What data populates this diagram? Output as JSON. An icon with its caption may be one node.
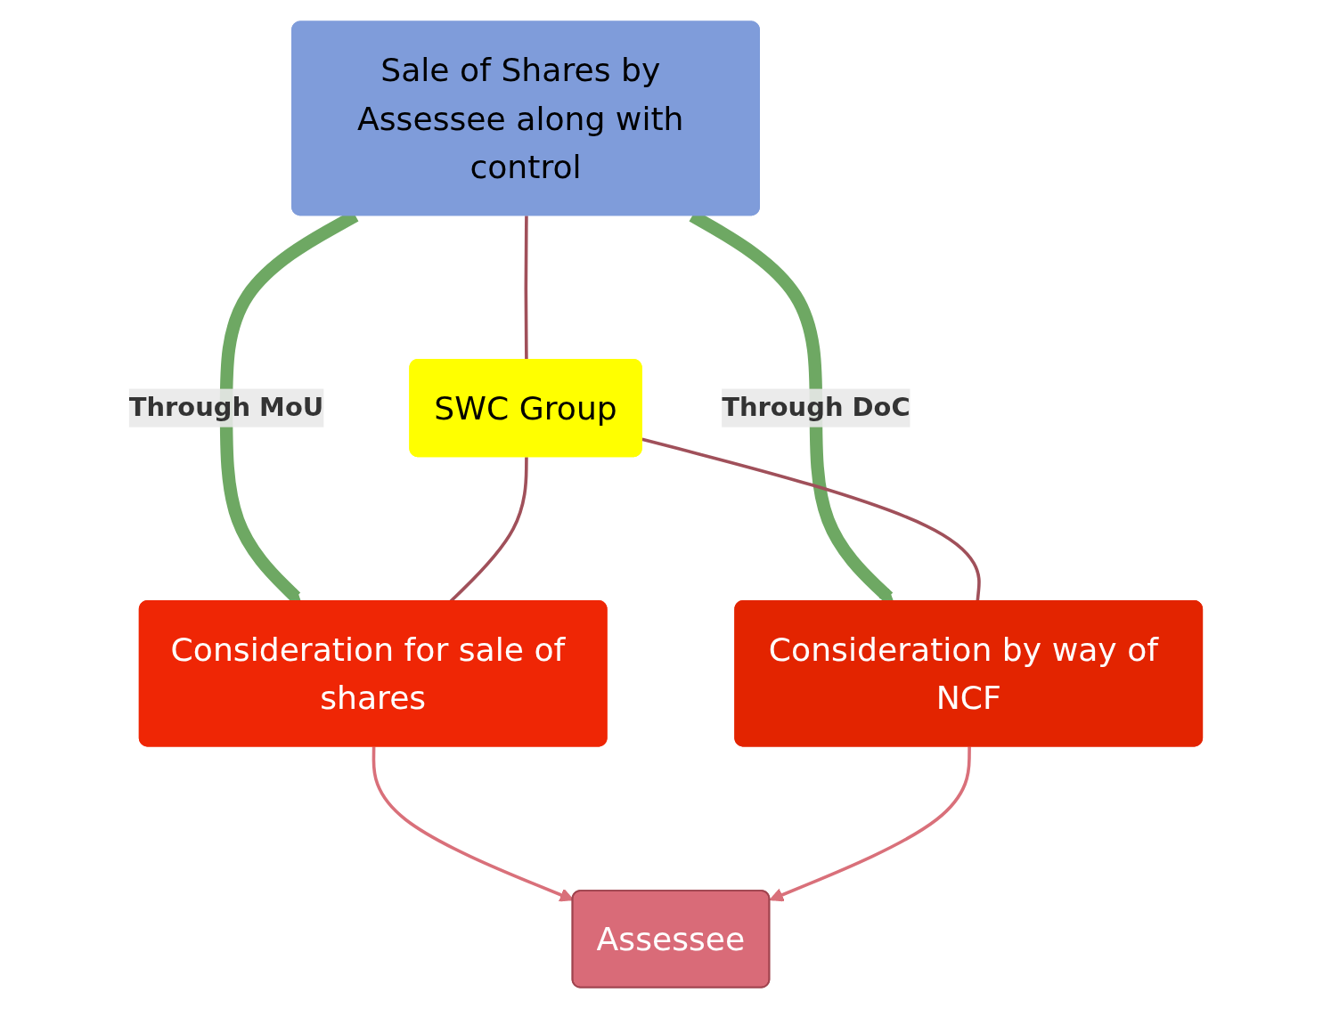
{
  "diagram": {
    "nodes": [
      {
        "text": [
          "Sale of Shares by Assessee along with control"
        ]
      },
      {
        "text": [
          "SWC Group"
        ]
      },
      {
        "text": [
          "Consideration for sale of shares"
        ]
      },
      {
        "text": [
          "Consideration by way of NCF"
        ]
      },
      {
        "text": [
          "Assessee"
        ]
      }
    ],
    "edges": [
      {
        "from": 0,
        "to": 2,
        "arrow": "to",
        "label": "Through MoU",
        "style": "thick",
        "color": "#6ea863"
      },
      {
        "from": 0,
        "to": 3,
        "arrow": "to",
        "label": "Through DoC",
        "style": "thick",
        "color": "#6ea863"
      },
      {
        "from": 0,
        "to": 1,
        "arrow": "none"
      },
      {
        "from": 1,
        "to": 2,
        "arrow": "none"
      },
      {
        "from": 1,
        "to": 3,
        "arrow": "none"
      },
      {
        "from": 2,
        "to": 4,
        "arrow": "to",
        "color": "#d9707a"
      },
      {
        "from": 3,
        "to": 4,
        "arrow": "to",
        "color": "#d9707a"
      }
    ]
  }
}
